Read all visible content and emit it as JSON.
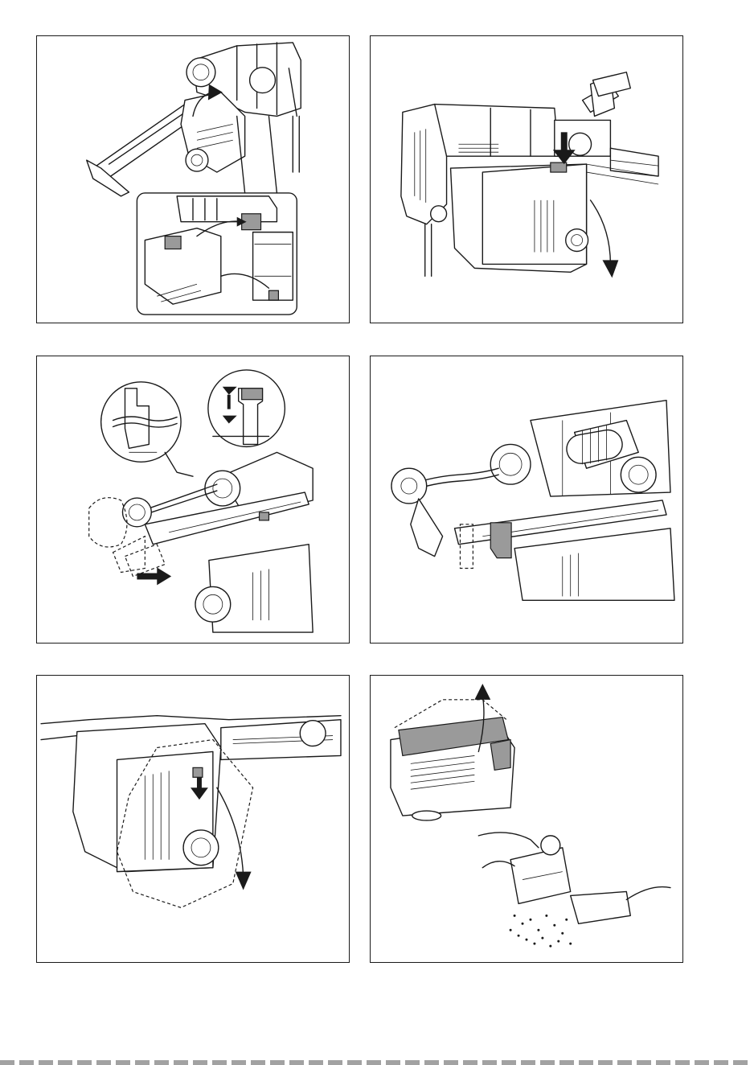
{
  "figures": [
    {
      "id": "p1",
      "icons": [
        "rotary-hammer-icon",
        "dust-extractor-icon",
        "attach-arrow-icon",
        "detail-inset-icon"
      ]
    },
    {
      "id": "p2",
      "icons": [
        "rotary-hammer-icon",
        "release-button-icon",
        "push-down-arrow-icon",
        "detach-arrow-icon"
      ]
    },
    {
      "id": "p3",
      "icons": [
        "drill-bit-icon",
        "depth-stopper-icon",
        "slide-arrow-icon",
        "adjust-arrow-icon"
      ]
    },
    {
      "id": "p4",
      "icons": [
        "rotary-hammer-icon",
        "drill-bit-icon",
        "stopper-clip-icon"
      ]
    },
    {
      "id": "p5",
      "icons": [
        "dust-box-icon",
        "push-arrow-icon",
        "remove-arrow-icon"
      ]
    },
    {
      "id": "p6",
      "icons": [
        "dust-box-icon",
        "open-lid-arrow-icon",
        "hands-icon",
        "dust-particles-icon"
      ]
    }
  ]
}
